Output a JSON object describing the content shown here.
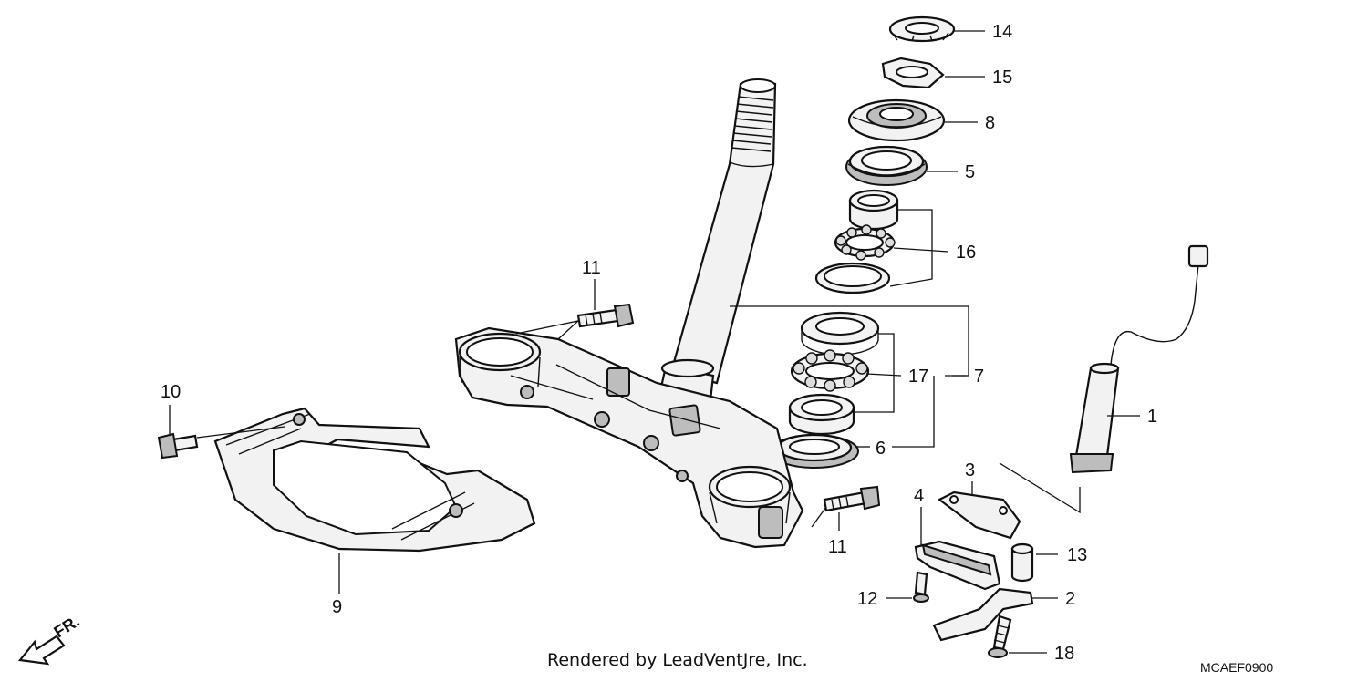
{
  "labels": {
    "p1": "1",
    "p2": "2",
    "p3": "3",
    "p4": "4",
    "p5": "5",
    "p6": "6",
    "p7": "7",
    "p8": "8",
    "p9": "9",
    "p10": "10",
    "p11a": "11",
    "p11b": "11",
    "p12": "12",
    "p13": "13",
    "p14": "14",
    "p15": "15",
    "p16": "16",
    "p17": "17",
    "p18": "18"
  },
  "footer": {
    "credit": "Rendered by LeadVentJre, Inc.",
    "code": "MCAEF0900",
    "direction": "FR."
  },
  "icons": {
    "direction": "front-arrow-icon"
  },
  "colors": {
    "line": "#111111",
    "background": "#ffffff"
  }
}
